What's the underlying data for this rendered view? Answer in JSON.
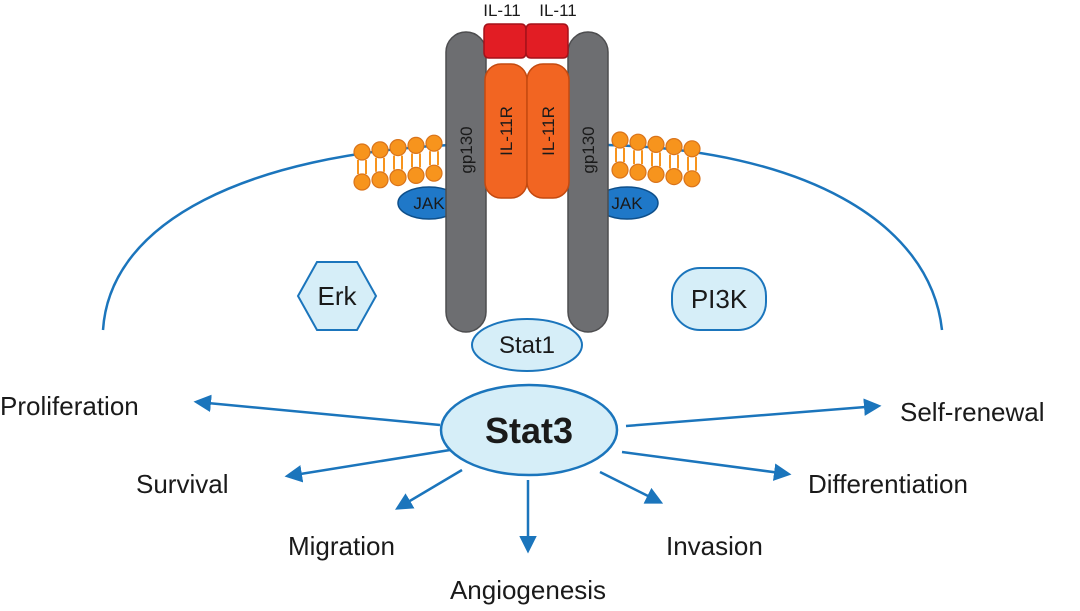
{
  "colors": {
    "membrane": "#1b75bc",
    "arrow": "#1b75bc",
    "node_fill": "#d6eef8",
    "node_stroke": "#1b75bc",
    "jak_fill": "#1f78c8",
    "gp130": "#6d6e71",
    "il11r": "#f26522",
    "il11": "#e21d24",
    "lipid": "#f7941d"
  },
  "receptor": {
    "il11_left": "IL-11",
    "il11_right": "IL-11",
    "il11r_left": "IL-11R",
    "il11r_right": "IL-11R",
    "gp130_left": "gp130",
    "gp130_right": "gp130",
    "jak_left": "JAK",
    "jak_right": "JAK"
  },
  "nodes": {
    "erk": "Erk",
    "pi3k": "PI3K",
    "stat1": "Stat1",
    "stat3": "Stat3"
  },
  "outcomes": {
    "proliferation": "Proliferation",
    "survival": "Survival",
    "migration": "Migration",
    "angiogenesis": "Angiogenesis",
    "invasion": "Invasion",
    "differentiation": "Differentiation",
    "self_renewal": "Self-renewal"
  }
}
